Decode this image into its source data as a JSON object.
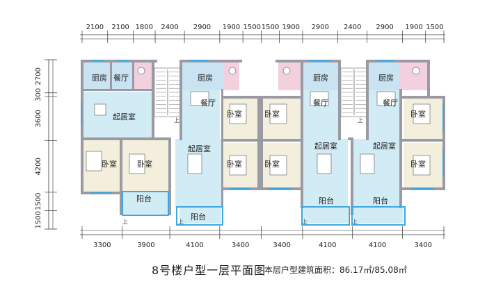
{
  "drawing": {
    "top_dimensions": [
      "2100",
      "2100",
      "1800",
      "2400",
      "2900",
      "1900",
      "1500",
      "1500",
      "1900",
      "2900",
      "2400",
      "2900",
      "1900",
      "1500"
    ],
    "bottom_dimensions": [
      "3300",
      "3900",
      "4100",
      "3400",
      "3400",
      "4100",
      "4100",
      "3400"
    ],
    "left_dimensions": [
      "2700",
      "300",
      "3600",
      "4200",
      "1500",
      "1500"
    ],
    "rooms": {
      "kitchen": "厨房",
      "dining": "餐厅",
      "living": "起居室",
      "bedroom": "卧室",
      "balcony": "阳台"
    },
    "stair_up": "上"
  },
  "caption": {
    "title": "8号楼户型一层平面图",
    "area": "本层户型建筑面积：86.17㎡/85.08㎡"
  },
  "colors": {
    "wall": "#9a9aa3",
    "kitchen": "#c9e3f2",
    "bath": "#f2d0de",
    "bedroom": "#f3efdc",
    "living": "#d2ecf5",
    "balcony": "#d2ecf5",
    "stair": "#ffffff",
    "window": "#3fa7e0"
  }
}
